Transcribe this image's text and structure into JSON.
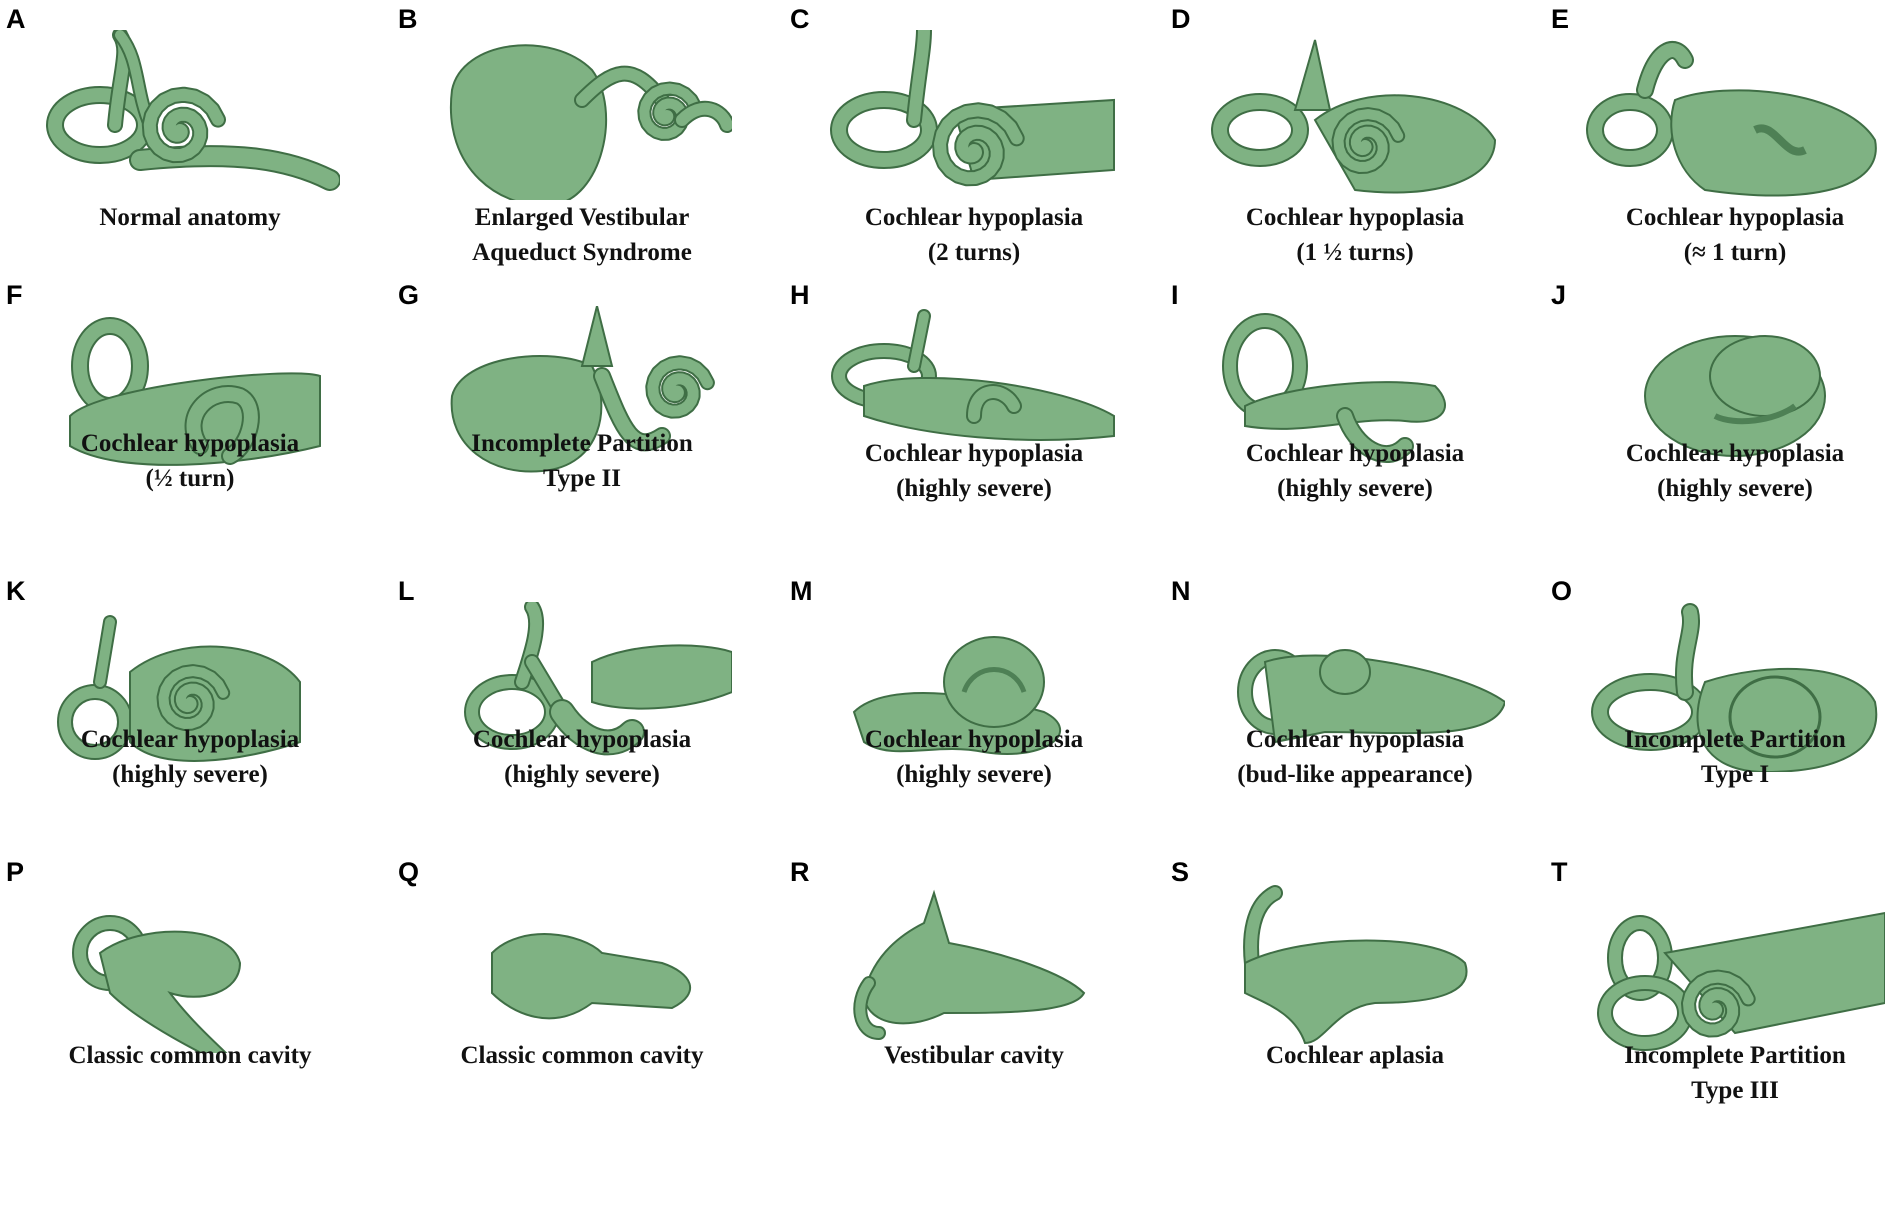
{
  "colors": {
    "structure": "#7fb283",
    "outline": "#3f6e45",
    "shadow": "#4e8055",
    "text": "#111111"
  },
  "panels": [
    {
      "letter": "A",
      "line1": "Normal anatomy",
      "line2": "",
      "shape": "normal"
    },
    {
      "letter": "B",
      "line1": "Enlarged Vestibular",
      "line2": "Aqueduct Syndrome",
      "shape": "evas"
    },
    {
      "letter": "C",
      "line1": "Cochlear hypoplasia",
      "line2": "(2 turns)",
      "shape": "hyp2"
    },
    {
      "letter": "D",
      "line1": "Cochlear hypoplasia",
      "line2": "(1 ½  turns)",
      "shape": "hyp15"
    },
    {
      "letter": "E",
      "line1": "Cochlear hypoplasia",
      "line2": "(≈ 1 turn)",
      "shape": "hyp1"
    },
    {
      "letter": "F",
      "line1": "Cochlear hypoplasia",
      "line2": "(½ turn)",
      "shape": "hyphalf"
    },
    {
      "letter": "G",
      "line1": "Incomplete Partition",
      "line2": "Type II",
      "shape": "ip2"
    },
    {
      "letter": "H",
      "line1": "Cochlear hypoplasia",
      "line2": "(highly severe)",
      "shape": "sevH"
    },
    {
      "letter": "I",
      "line1": "Cochlear hypoplasia",
      "line2": "(highly severe)",
      "shape": "sevI"
    },
    {
      "letter": "J",
      "line1": "Cochlear hypoplasia",
      "line2": "(highly severe)",
      "shape": "sevJ"
    },
    {
      "letter": "K",
      "line1": "Cochlear hypoplasia",
      "line2": "(highly severe)",
      "shape": "sevK"
    },
    {
      "letter": "L",
      "line1": "Cochlear hypoplasia",
      "line2": "(highly severe)",
      "shape": "sevL"
    },
    {
      "letter": "M",
      "line1": "Cochlear hypoplasia",
      "line2": "(highly severe)",
      "shape": "sevM"
    },
    {
      "letter": "N",
      "line1": "Cochlear hypoplasia",
      "line2": "(bud-like appearance)",
      "shape": "bud"
    },
    {
      "letter": "O",
      "line1": "Incomplete Partition",
      "line2": "Type I",
      "shape": "ip1"
    },
    {
      "letter": "P",
      "line1": "Classic common cavity",
      "line2": "",
      "shape": "ccP"
    },
    {
      "letter": "Q",
      "line1": "Classic common cavity",
      "line2": "",
      "shape": "ccQ"
    },
    {
      "letter": "R",
      "line1": "Vestibular cavity",
      "line2": "",
      "shape": "vest"
    },
    {
      "letter": "S",
      "line1": "Cochlear aplasia",
      "line2": "",
      "shape": "aplasia"
    },
    {
      "letter": "T",
      "line1": "Incomplete Partition",
      "line2": "Type III",
      "shape": "ip3"
    }
  ]
}
